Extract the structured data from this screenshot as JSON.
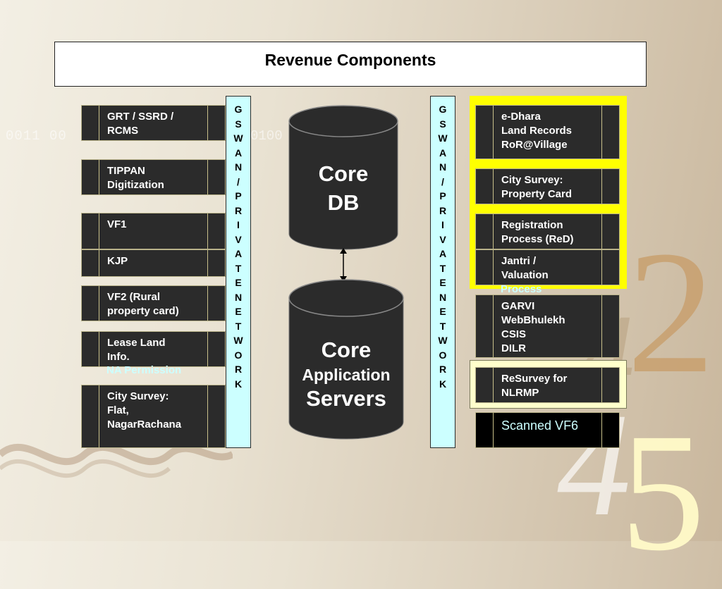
{
  "title": "Revenue Components",
  "network": {
    "label_chars": [
      "G",
      "S",
      "W",
      "A",
      "N",
      "/",
      "P",
      "R",
      "I",
      "V",
      "A",
      "T",
      "E",
      "N",
      "E",
      "T",
      "W",
      "O",
      "R",
      "K"
    ]
  },
  "left_components": [
    {
      "id": "grt",
      "text": "GRT / SSRD /\nRCMS"
    },
    {
      "id": "tippan",
      "text": "TIPPAN\nDigitization"
    },
    {
      "id": "vf1",
      "text": "VF1"
    },
    {
      "id": "kjp",
      "text": "KJP"
    },
    {
      "id": "vf2",
      "text": "VF2 (Rural\nproperty card)"
    },
    {
      "id": "lease",
      "text": "Lease Land\nInfo.",
      "extra": "NA Permission"
    },
    {
      "id": "citysurvey-flat",
      "text": "City Survey:\nFlat,\nNagarRachana"
    }
  ],
  "right_components": [
    {
      "id": "edhara",
      "text": "e-Dhara\nLand Records\nRoR@Village"
    },
    {
      "id": "citysurvey-card",
      "text": "City Survey:\nProperty Card"
    },
    {
      "id": "registration",
      "text": "Registration\nProcess (ReD)"
    },
    {
      "id": "jantri",
      "text": "Jantri /\nValuation",
      "extra": "Process"
    },
    {
      "id": "garvi",
      "text": "GARVI\nWebBhulekh\nCSIS\nDILR"
    },
    {
      "id": "resurvey",
      "text": "ReSurvey for\nNLRMP"
    },
    {
      "id": "scanned",
      "text": "Scanned VF6"
    }
  ],
  "core_db": {
    "line1": "Core",
    "line2": "DB"
  },
  "core_app": {
    "line1": "Core",
    "line2": "Application",
    "line3": "Servers"
  },
  "background": {
    "binary_left": "0011 00",
    "binary_right": "0100",
    "numerals": [
      "2",
      "4",
      "4",
      "5"
    ]
  },
  "colors": {
    "component_fill": "#2b2b2b",
    "network_fill": "#ccffff",
    "highlight": "#ffff00",
    "highlight_pale": "#ffffcc",
    "overflow_text": "#ccffff"
  }
}
